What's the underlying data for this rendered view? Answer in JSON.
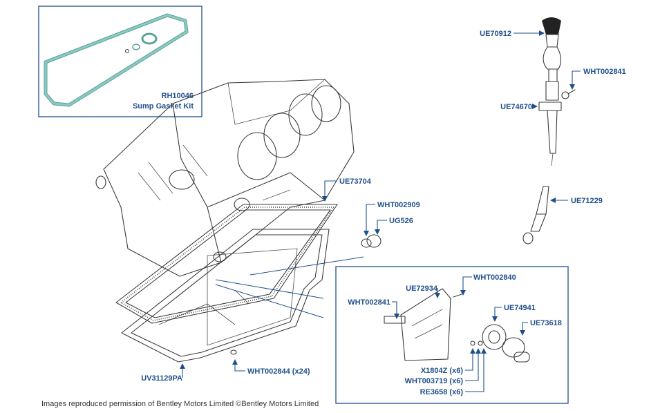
{
  "parts": {
    "sump_gasket_kit_number": "RH10046",
    "sump_gasket_kit_name": "Sump Gasket Kit",
    "dipstick_knob": "UE70912",
    "dipstick_bolt": "WHT002841",
    "dipstick_bracket": "UE74670",
    "dipstick_tube": "UE71229",
    "sump_gasket": "UE73704",
    "plug_washer": "WHT002909",
    "drain_plug": "UG526",
    "sump_pan": "UV31129PA",
    "sump_bolts": "WHT002844 (x24)",
    "baffle_bolt_top": "WHT002840",
    "baffle": "UE72934",
    "baffle_bolt_left": "WHT002841",
    "pickup_housing": "UE74941",
    "pickup_seal": "UE73618",
    "washer_x1804z": "X1804Z (x6)",
    "washer_wht003719": "WHT003719 (x6)",
    "bolt_re3658": "RE3658 (x6)"
  },
  "footer": {
    "credit": "Images reproduced permission of Bentley Motors Limited ©Bentley Motors Limited"
  },
  "colors": {
    "label": "#1f4f8a",
    "line_art": "#3a3a3a",
    "gasket": "#8cc9c2"
  }
}
